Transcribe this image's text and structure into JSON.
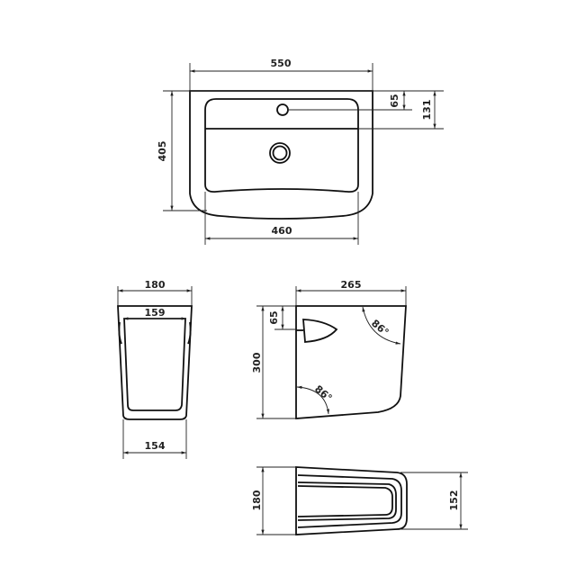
{
  "top_view": {
    "width_outer": "550",
    "width_inner": "460",
    "depth": "405",
    "tap_offset": "65",
    "bowl_offset": "131"
  },
  "front_view": {
    "width_top": "180",
    "width_inner": "159",
    "width_bottom": "154"
  },
  "side_view": {
    "depth": "265",
    "height": "300",
    "overflow_offset": "65",
    "angle_top": "86°",
    "angle_bottom": "86°"
  },
  "bottom_view": {
    "width_back": "180",
    "width_front": "152"
  },
  "colors": {
    "line": "#111111",
    "background": "#ffffff"
  }
}
